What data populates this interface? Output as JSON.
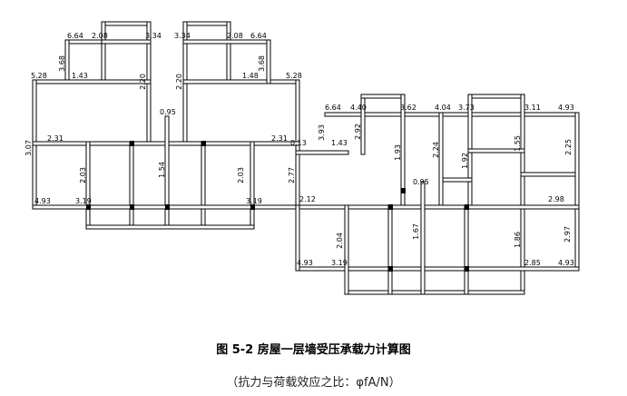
{
  "figure": {
    "caption": "图 5-2    房屋一层墙受压承载力计算图",
    "subcaption": "（抗力与荷载效应之比：φfA/N）"
  },
  "wall_ratios": {
    "left_block": [
      "6.64",
      "2.08",
      "3.34",
      "3.34",
      "2.08",
      "6.64",
      "3.68",
      "3.68",
      "5.28",
      "1.43",
      "2.20",
      "2.20",
      "1.48",
      "5.28",
      "0.95",
      "3.07",
      "2.31",
      "2.31",
      "2.03",
      "1.54",
      "2.03",
      "2.77",
      "4.93",
      "3.19",
      "3.19"
    ],
    "right_block": [
      "6.64",
      "4.40",
      "3.62",
      "4.04",
      "3.73",
      "3.11",
      "4.93",
      "0.13",
      "3.93",
      "1.43",
      "2.92",
      "1.93",
      "2.24",
      "1.92",
      "1.55",
      "2.25",
      "0.95",
      "2.12",
      "2.98",
      "2.04",
      "1.67",
      "1.86",
      "2.97",
      "4.93",
      "3.19",
      "2.85",
      "4.93"
    ]
  }
}
